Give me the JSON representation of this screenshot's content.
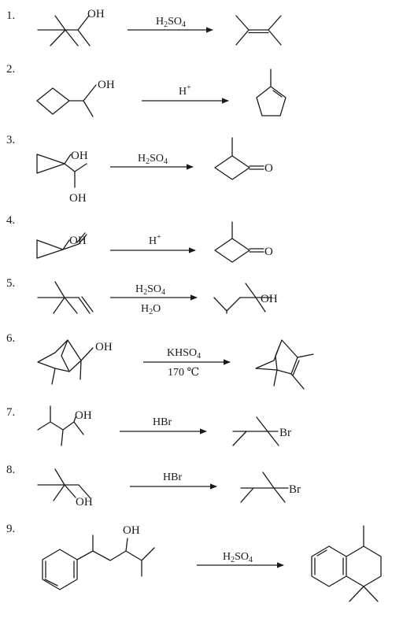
{
  "reactions": [
    {
      "number": "1.",
      "above": {
        "main": "H",
        "sub1": "2",
        "mid": "SO",
        "sub2": "4"
      }
    },
    {
      "number": "2.",
      "above": {
        "main": "H",
        "sup": "+"
      }
    },
    {
      "number": "3.",
      "above": {
        "main": "H",
        "sub1": "2",
        "mid": "SO",
        "sub2": "4"
      }
    },
    {
      "number": "4.",
      "above": {
        "main": "H",
        "sup": "+"
      }
    },
    {
      "number": "5.",
      "above": {
        "main": "H",
        "sub1": "2",
        "mid": "SO",
        "sub2": "4"
      },
      "below": {
        "main": "H",
        "sub1": "2",
        "mid": "O"
      }
    },
    {
      "number": "6.",
      "above": {
        "main": "KHSO",
        "sub1": "4"
      },
      "below_text": "170 ℃"
    },
    {
      "number": "7.",
      "above_text": "HBr"
    },
    {
      "number": "8.",
      "above_text": "HBr"
    },
    {
      "number": "9.",
      "above": {
        "main": "H",
        "sub1": "2",
        "mid": "SO",
        "sub2": "4"
      }
    }
  ],
  "labels": {
    "oh": "OH",
    "o": "O",
    "br": "Br",
    "eq": "="
  },
  "colors": {
    "ink": "#1a1a1a",
    "background": "#ffffff"
  }
}
